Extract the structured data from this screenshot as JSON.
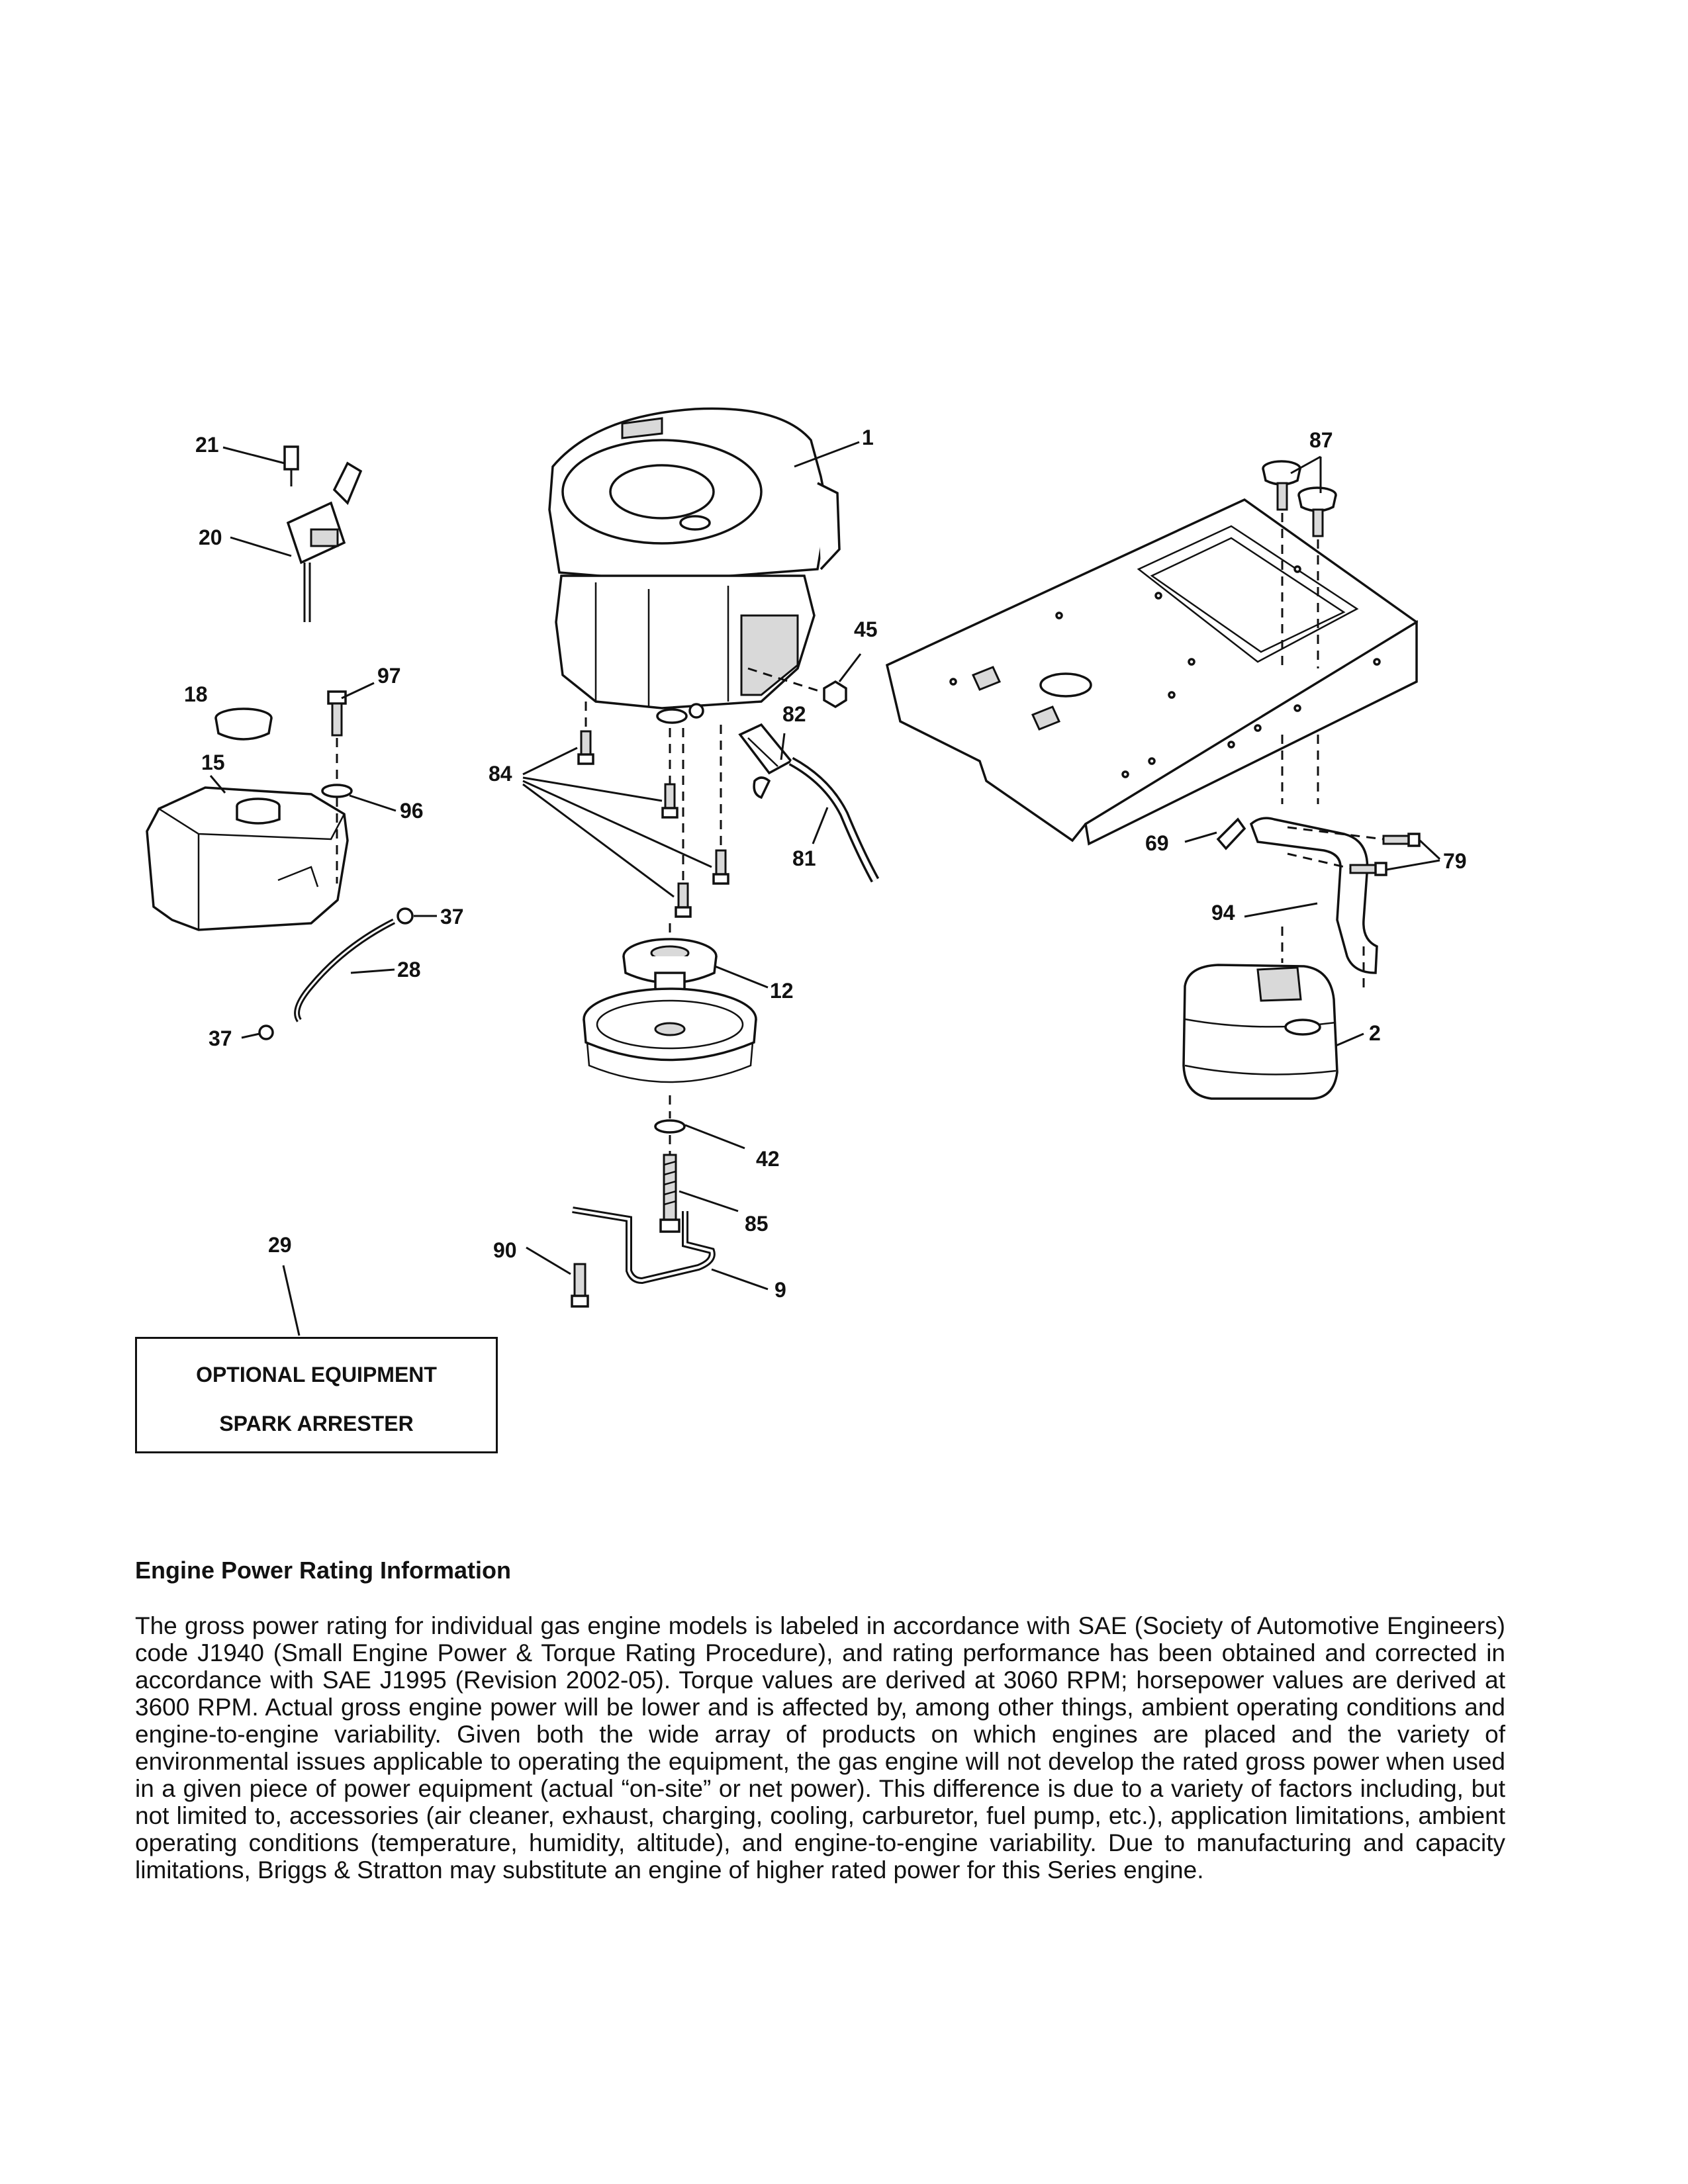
{
  "callouts": {
    "c1": "1",
    "c2": "2",
    "c9": "9",
    "c12": "12",
    "c15": "15",
    "c18": "18",
    "c20": "20",
    "c21": "21",
    "c28": "28",
    "c29": "29",
    "c37a": "37",
    "c37b": "37",
    "c42": "42",
    "c45": "45",
    "c69": "69",
    "c79": "79",
    "c81": "81",
    "c82": "82",
    "c84": "84",
    "c85": "85",
    "c87": "87",
    "c90": "90",
    "c94": "94",
    "c96": "96",
    "c97": "97"
  },
  "optional_box": {
    "line1": "OPTIONAL EQUIPMENT",
    "line2": "SPARK ARRESTER"
  },
  "info": {
    "heading": "Engine Power Rating Information",
    "body": "The gross power rating for individual gas engine models is labeled in accordance with SAE (Society of Automotive Engineers) code J1940 (Small Engine Power & Torque Rating Procedure), and rating performance has been obtained and corrected in accordance with SAE J1995 (Revision 2002-05). Torque values are derived at 3060 RPM; horsepower values are derived at 3600 RPM. Actual gross engine power will be lower and is affected by, among other things, ambient operating conditions and engine-to-engine variability. Given both the wide array of products on which engines are placed and the variety of environmental issues applicable to operating the equipment, the gas engine will not develop the rated gross power when used in a given piece of power equipment (actual “on-site” or net power). This difference is due to a variety of factors including, but not limited to, accessories (air cleaner, exhaust, charging, cooling, carburetor, fuel pump, etc.), application limitations, ambient operating conditions (temperature, humidity, altitude), and engine-to-engine variability. Due to manufacturing and capacity limitations, Briggs & Stratton may substitute an engine of higher rated power for this Series engine."
  }
}
